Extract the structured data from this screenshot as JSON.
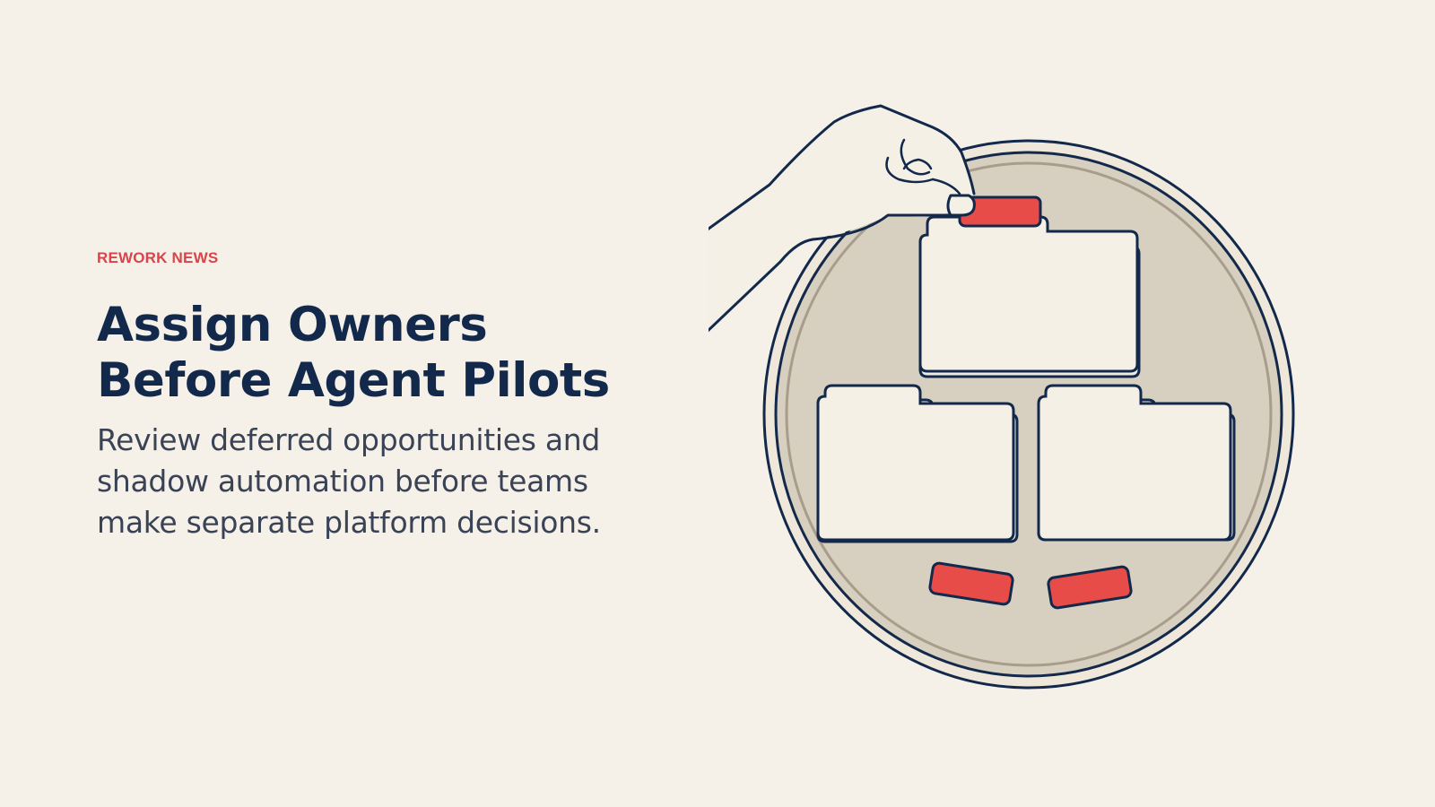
{
  "article": {
    "eyebrow": "REWORK NEWS",
    "headline": "Assign Owners Before Agent Pilots",
    "subhead": "Review deferred opportunities and shadow automation before teams make separate platform decisions."
  },
  "illustration": {
    "icons": [
      "hand-icon",
      "folder-icon",
      "tag-icon"
    ],
    "colors": {
      "background": "#f5f1e9",
      "outline": "#13294b",
      "plate": "#d7cfbf",
      "folder": "#f4f0e6",
      "accent": "#e84c48"
    }
  }
}
